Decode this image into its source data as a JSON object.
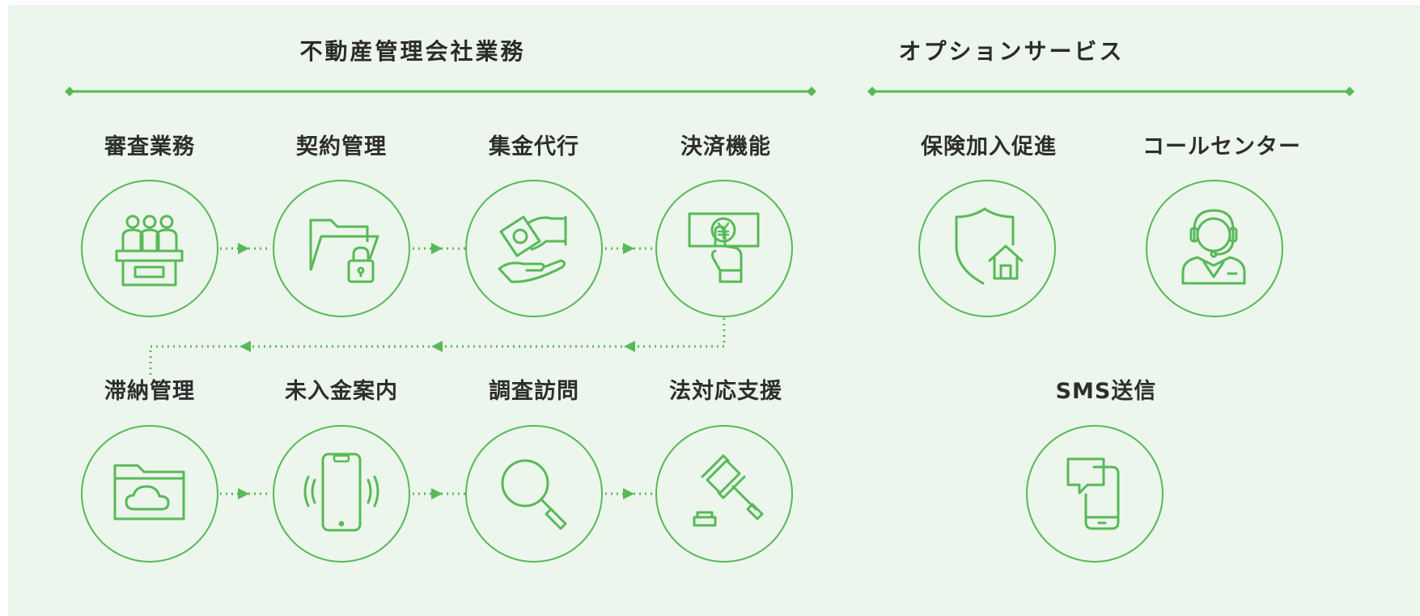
{
  "accent_color": "#58b958",
  "sections": {
    "management": {
      "title": "不動産管理会社業務",
      "row1": [
        "審査業務",
        "契約管理",
        "集金代行",
        "決済機能"
      ],
      "row2": [
        "滞納管理",
        "未入金案内",
        "調査訪問",
        "法対応支援"
      ]
    },
    "options": {
      "title": "オプションサービス",
      "items": [
        "保険加入促進",
        "コールセンター",
        "SMS送信"
      ]
    }
  },
  "icons": {
    "screening": "people-at-desk-icon",
    "contract": "folder-lock-icon",
    "collection": "money-hand-icon",
    "settlement": "yen-bill-hand-icon",
    "arrears": "cloud-folder-icon",
    "notice": "vibrating-phone-icon",
    "investigation": "magnifier-icon",
    "legal": "gavel-icon",
    "insurance": "shield-house-icon",
    "callcenter": "operator-headset-icon",
    "sms": "sms-phone-icon"
  }
}
